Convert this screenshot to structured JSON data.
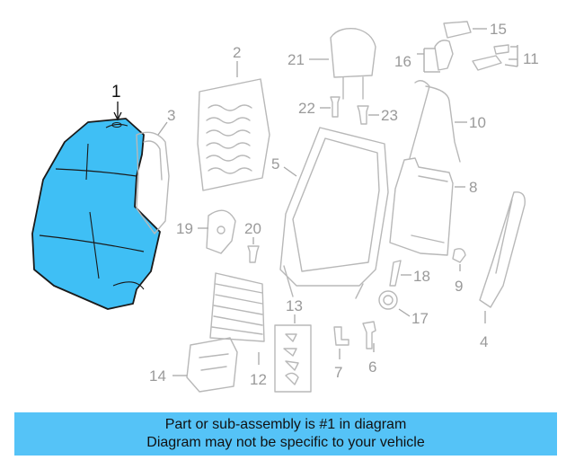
{
  "callouts": {
    "p1": "1",
    "p2": "2",
    "p3": "3",
    "p4": "4",
    "p5": "5",
    "p6": "6",
    "p7": "7",
    "p8": "8",
    "p9": "9",
    "p10": "10",
    "p11": "11",
    "p12": "12",
    "p13": "13",
    "p14": "14",
    "p15": "15",
    "p16": "16",
    "p17": "17",
    "p18": "18",
    "p19": "19",
    "p20": "20",
    "p21": "21",
    "p22": "22",
    "p23": "23"
  },
  "highlighted_part": "1",
  "colors": {
    "highlight": "#3fbff5",
    "banner": "#55c3f7",
    "line": "#b8b8b8",
    "outline": "#1a1a1a"
  },
  "banner": {
    "line1": "Part or sub-assembly is #1 in diagram",
    "line2": "Diagram may not be specific to your vehicle"
  }
}
